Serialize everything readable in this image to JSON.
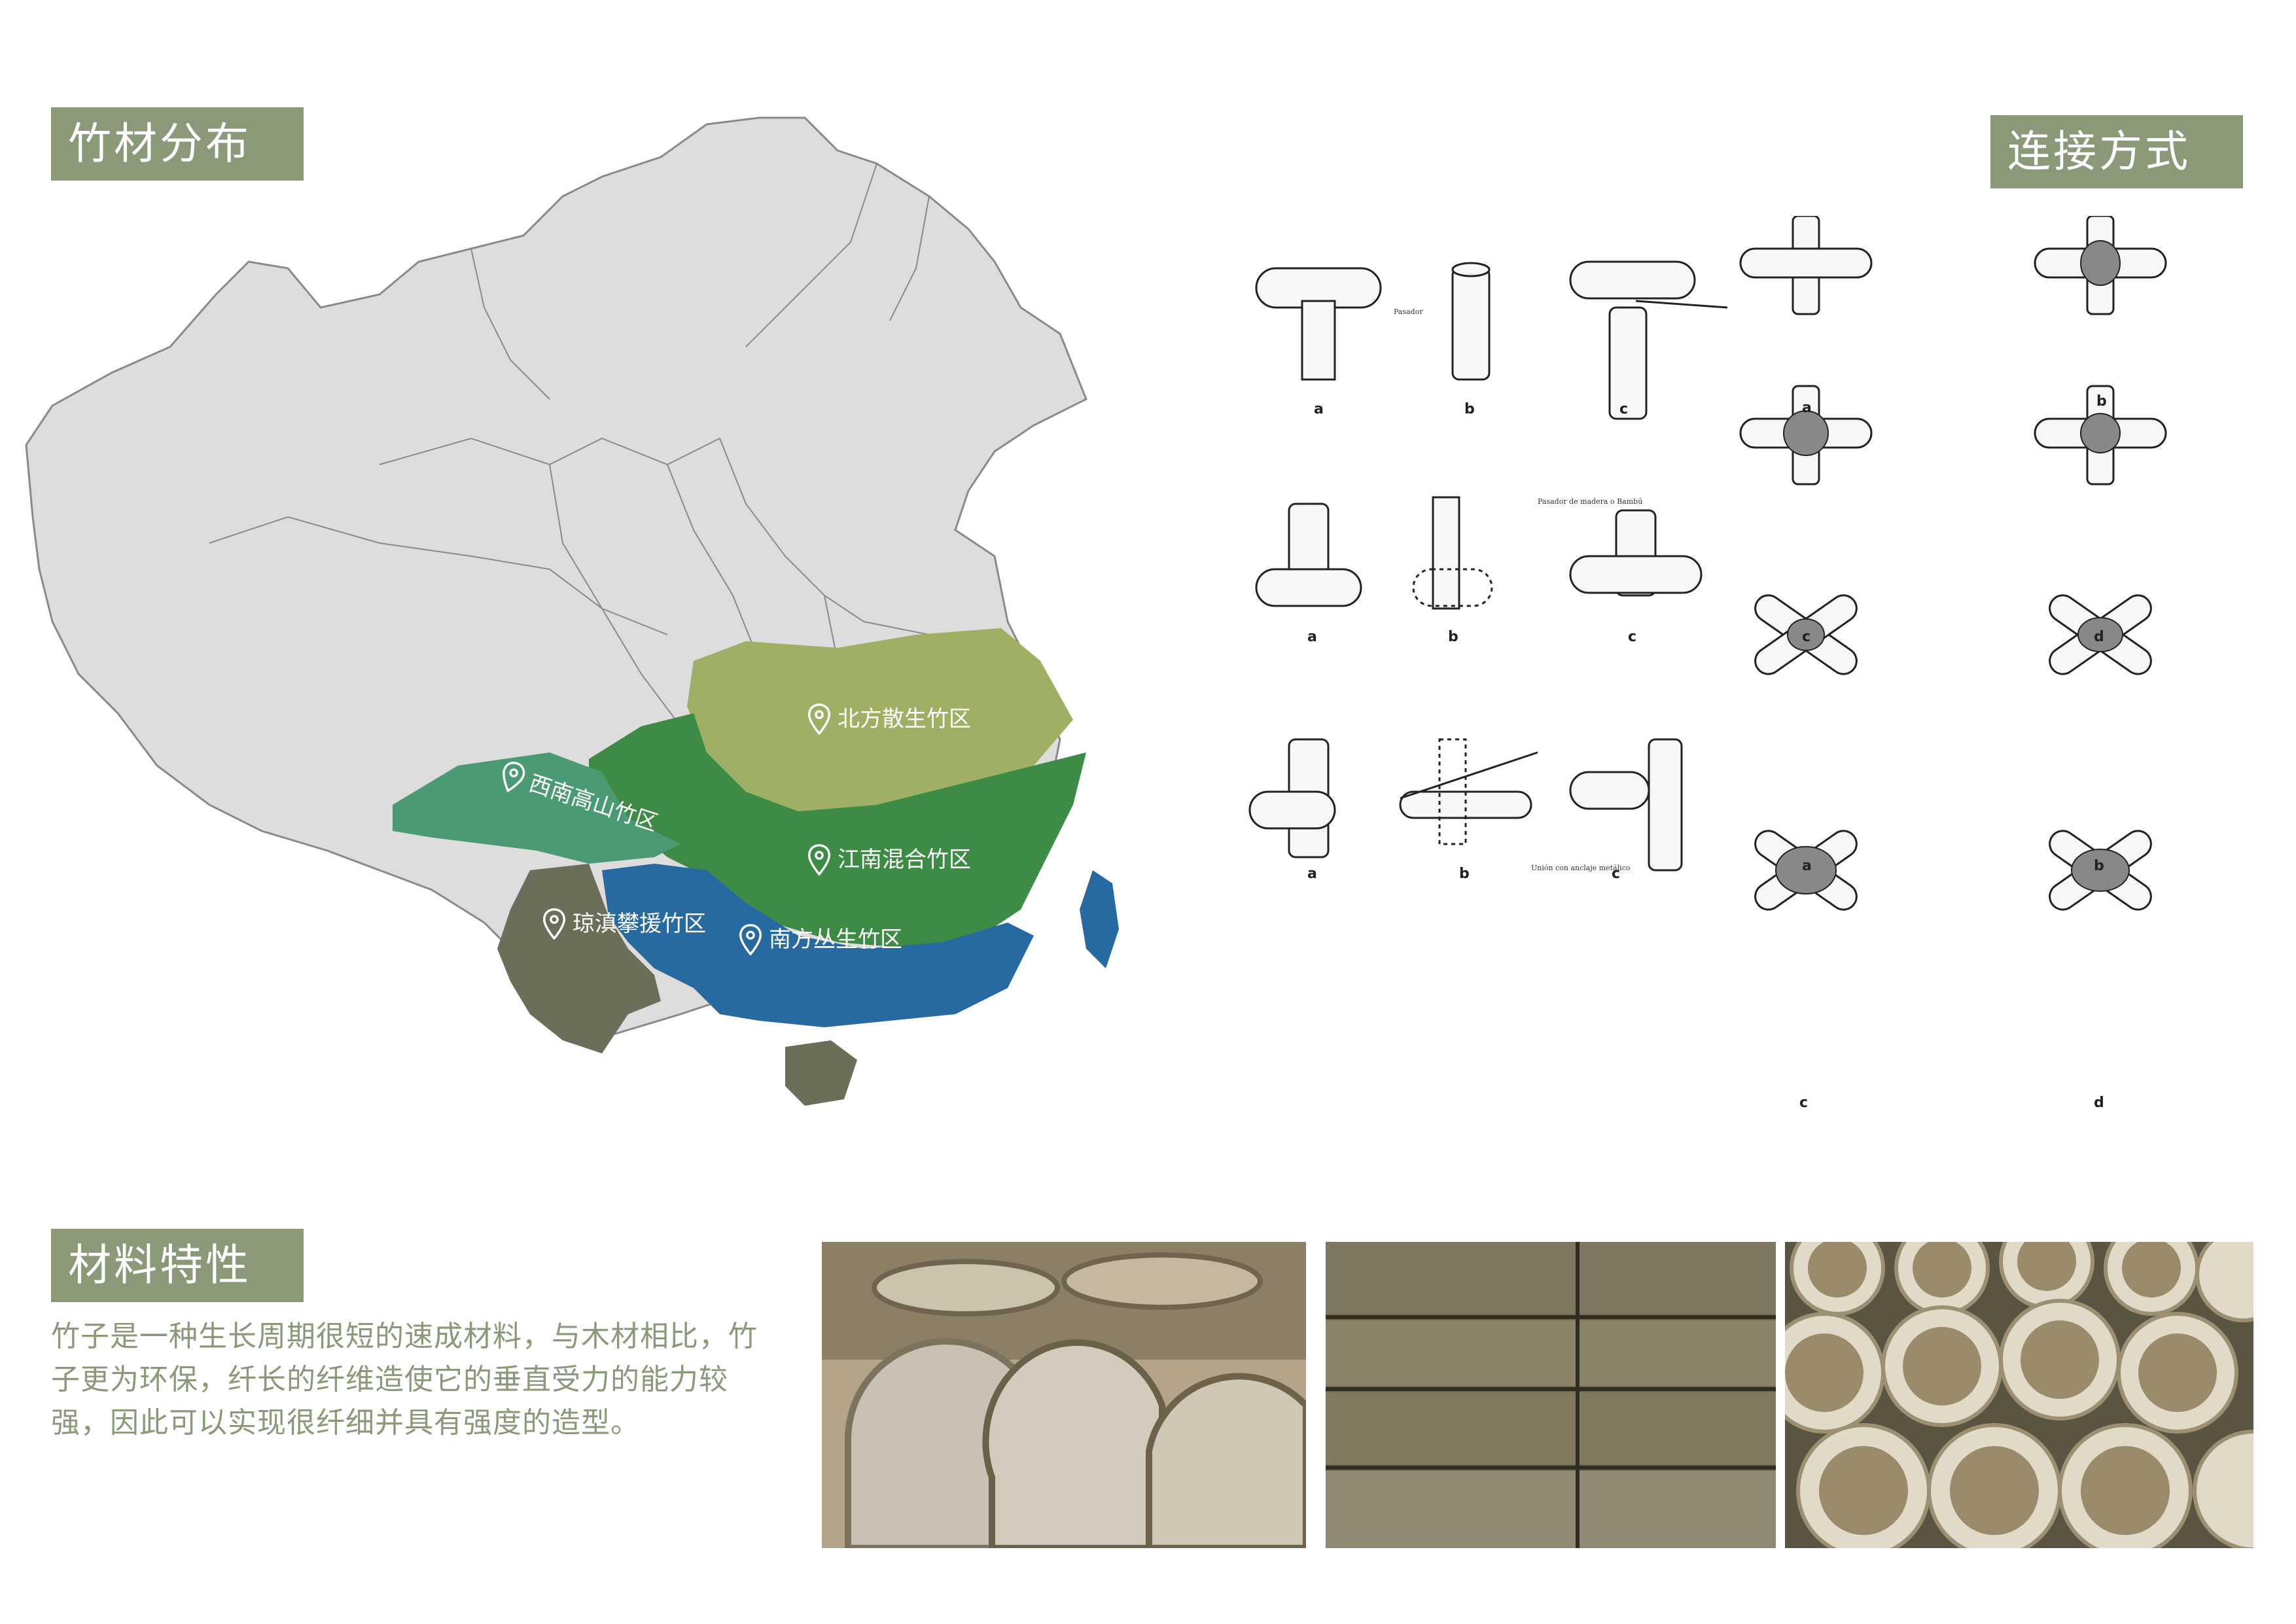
{
  "headings": {
    "distribution": "竹材分布",
    "connection": "连接方式",
    "material": "材料特性"
  },
  "map": {
    "regions": [
      {
        "key": "north",
        "label": "北方散生竹区",
        "color": "#9fb065"
      },
      {
        "key": "jiangnan",
        "label": "江南混合竹区",
        "color": "#3e8b46"
      },
      {
        "key": "southwest",
        "label": "西南高山竹区",
        "color": "#4a9a73"
      },
      {
        "key": "south",
        "label": "南方丛生竹区",
        "color": "#266aa1"
      },
      {
        "key": "yunnan",
        "label": "琼滇攀援竹区",
        "color": "#6b6e58"
      }
    ],
    "base_color": "#dddddd"
  },
  "diagrams": {
    "set1": {
      "row1": [
        "a",
        "b",
        "c"
      ],
      "row1_note": "Pasador",
      "row2": [
        "a",
        "b",
        "c"
      ],
      "row2_note": "Pasador de madera o Bambú",
      "row3": [
        "a",
        "b",
        "c"
      ],
      "row3_note": "Unión con anclaje metálico"
    },
    "set2": {
      "row1": [
        "a",
        "b"
      ],
      "row2": [
        "c",
        "d"
      ],
      "row3": [
        "a",
        "b"
      ],
      "row4": [
        "c",
        "d"
      ]
    }
  },
  "material": {
    "text": "竹子是一种生长周期很短的速成材料，与木材相比，竹子更为环保，纤长的纤维造使它的垂直受力的能力较强，因此可以实现很纤细并具有强度的造型。"
  }
}
